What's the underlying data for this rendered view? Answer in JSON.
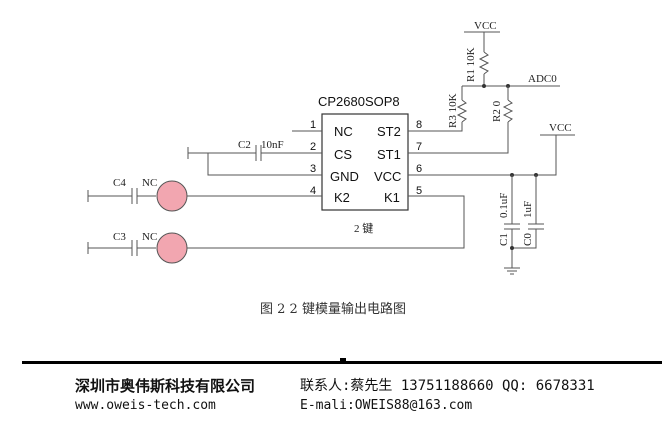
{
  "diagram": {
    "chip_name": "CP2680SOP8",
    "chip_subtitle": "2 键",
    "pins_left": [
      {
        "num": "1",
        "name": "NC"
      },
      {
        "num": "2",
        "name": "CS"
      },
      {
        "num": "3",
        "name": "GND"
      },
      {
        "num": "4",
        "name": "K2"
      }
    ],
    "pins_right": [
      {
        "num": "8",
        "name": "ST2"
      },
      {
        "num": "7",
        "name": "ST1"
      },
      {
        "num": "6",
        "name": "VCC"
      },
      {
        "num": "5",
        "name": "K1"
      }
    ],
    "labels": {
      "vcc_top": "VCC",
      "vcc_right": "VCC",
      "adc": "ADC0",
      "r1": "R1 10K",
      "r2": "R2 0",
      "r3": "R3 10K",
      "c2": "C2",
      "c2_value": "10nF",
      "c4": "C4",
      "c4_nc": "NC",
      "c3": "C3",
      "c3_nc": "NC",
      "c1": "C1",
      "c1_value": "0.1uF",
      "c0": "C0",
      "c0_value": "1uF"
    }
  },
  "caption": "图 2 2 键模量输出电路图",
  "footer": {
    "company": "深圳市奥伟斯科技有限公司",
    "contact": "联系人:蔡先生 13751188660 QQ: 6678331",
    "website": "www.oweis-tech.com",
    "email": "E-mali:OWEIS88@163.com"
  }
}
